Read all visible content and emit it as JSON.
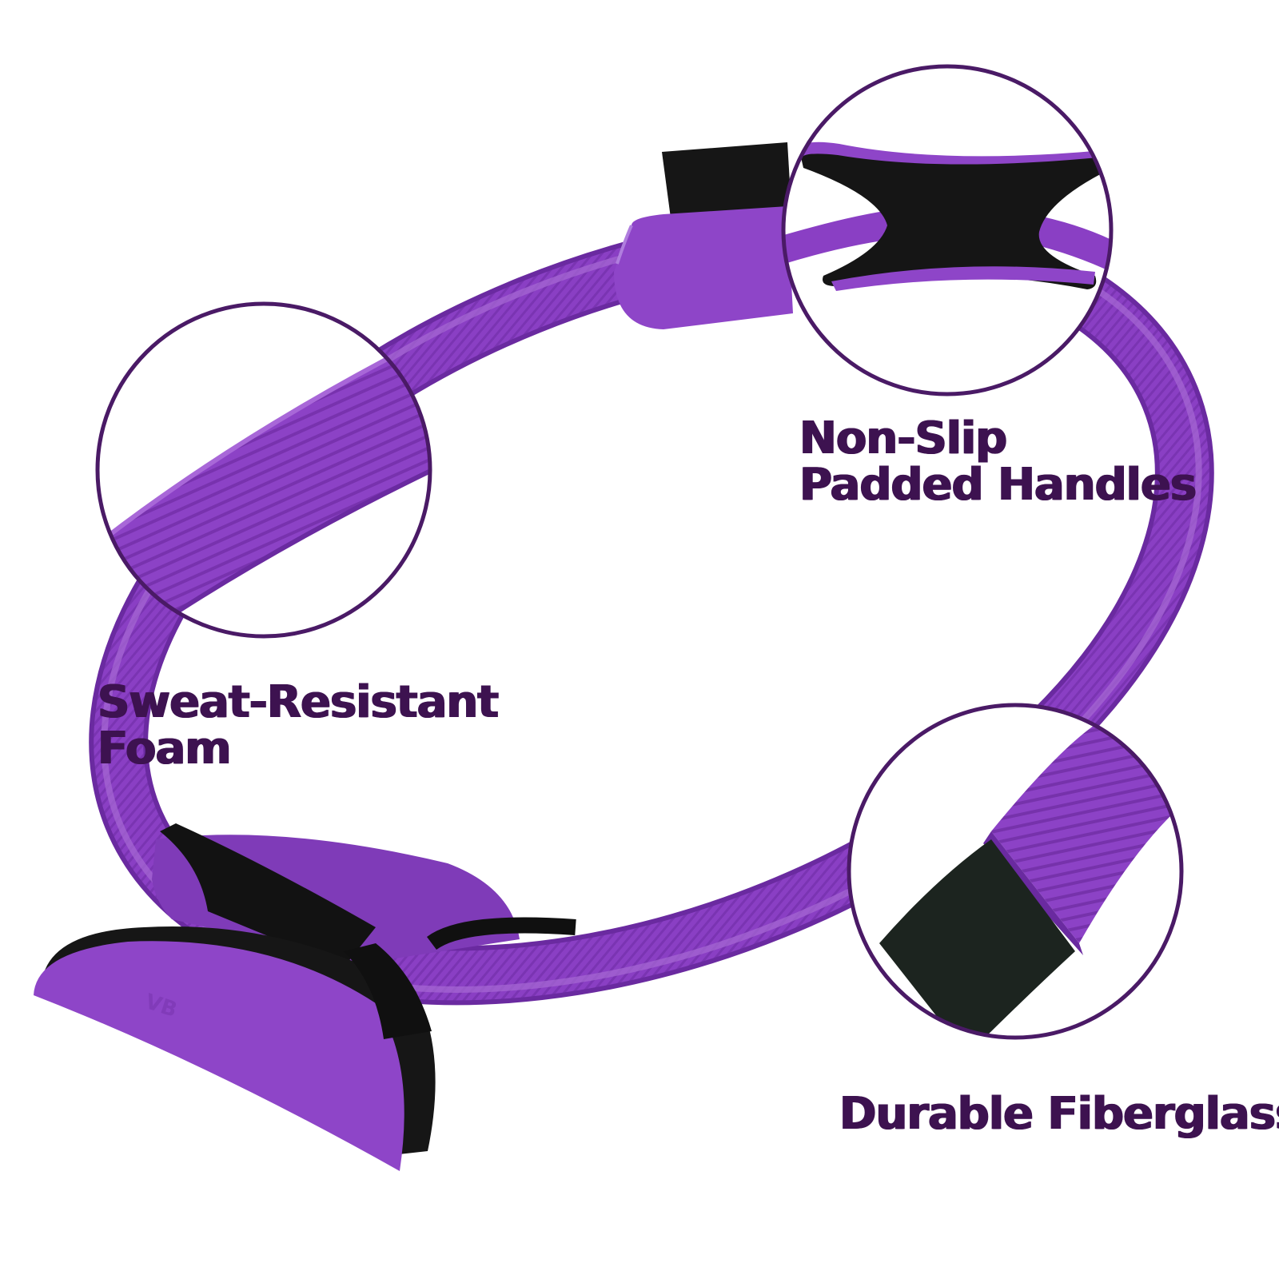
{
  "features": {
    "handles": {
      "line1": "Non-Slip",
      "line2": "Padded Handles"
    },
    "foam": {
      "line1": "Sweat-Resistant",
      "line2": "Foam"
    },
    "fiberglass": {
      "line1": "Durable Fiberglass"
    }
  },
  "colors": {
    "ring_purple": "#8a3fc4",
    "ring_light": "#a66ad4",
    "ring_dark": "#6a2aa0",
    "handle_black": "#141414",
    "callout_border": "#4a1a66",
    "label_text": "#3d1250",
    "fiberglass_core": "#1c241f"
  },
  "icons": [
    "pilates-ring",
    "padded-handle",
    "magnifier-callout"
  ]
}
